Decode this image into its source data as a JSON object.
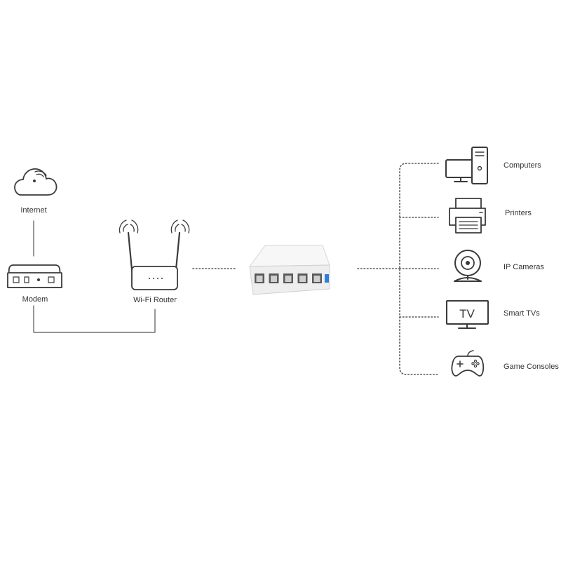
{
  "colors": {
    "stroke": "#3a3a3a",
    "line": "#555555",
    "device_fill": "#ffffff",
    "switch_body": "#f4f4f4",
    "switch_accent": "#2f7fd8",
    "label": "#333333"
  },
  "upstream": {
    "internet": {
      "label": "Internet",
      "icon": "cloud-icon"
    },
    "modem": {
      "label": "Modem",
      "icon": "modem-icon"
    },
    "router": {
      "label": "Wi-Fi Router",
      "icon": "router-icon"
    }
  },
  "switch": {
    "icon": "ethernet-switch-icon",
    "ports": 5
  },
  "devices": [
    {
      "label": "Computers",
      "icon": "computer-icon"
    },
    {
      "label": "Printers",
      "icon": "printer-icon"
    },
    {
      "label": "IP Cameras",
      "icon": "webcam-icon"
    },
    {
      "label": "Smart TVs",
      "icon": "tv-icon",
      "screen_text": "TV"
    },
    {
      "label": "Game Consoles",
      "icon": "gamepad-icon"
    }
  ]
}
